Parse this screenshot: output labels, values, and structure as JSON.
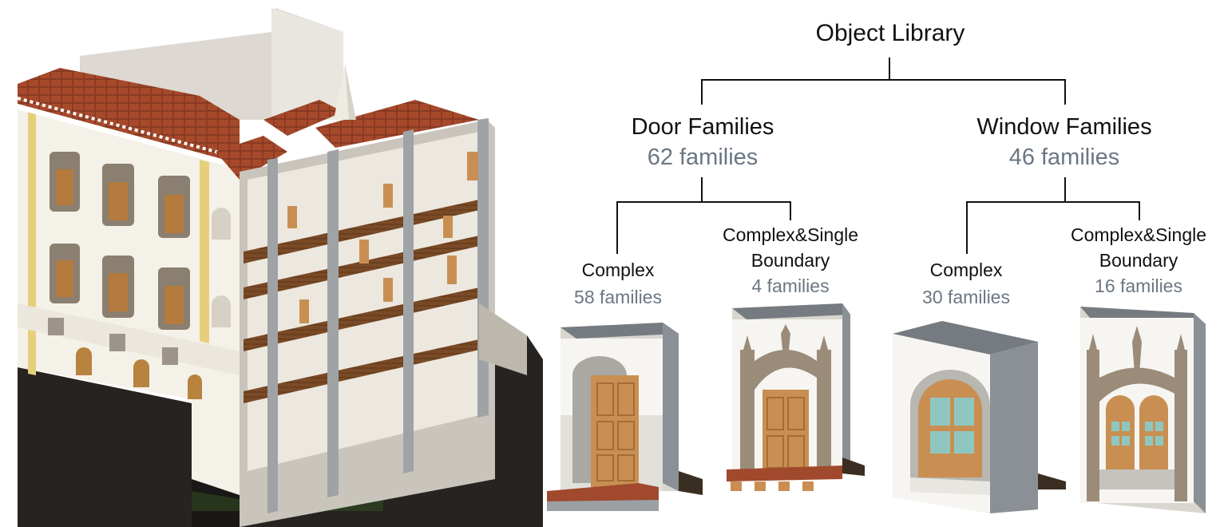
{
  "tree": {
    "root": {
      "title": "Object Library"
    },
    "door": {
      "title": "Door Families",
      "count": "62 families",
      "complex": {
        "title": "Complex",
        "count": "58 families"
      },
      "single": {
        "title_line1": "Complex&Single",
        "title_line2": "Boundary",
        "count": "4 families"
      }
    },
    "window": {
      "title": "Window Families",
      "count": "46 families",
      "complex": {
        "title": "Complex",
        "count": "30 families"
      },
      "single": {
        "title_line1": "Complex&Single",
        "title_line2": "Boundary",
        "count": "16 families"
      }
    }
  },
  "colors": {
    "line": "#111111",
    "count_text": "#6b7783",
    "roof": "#a0492c",
    "wood": "#c98f52",
    "wall": "#f4f1e8",
    "stone": "#9b8c7a",
    "ground": "#262321"
  }
}
